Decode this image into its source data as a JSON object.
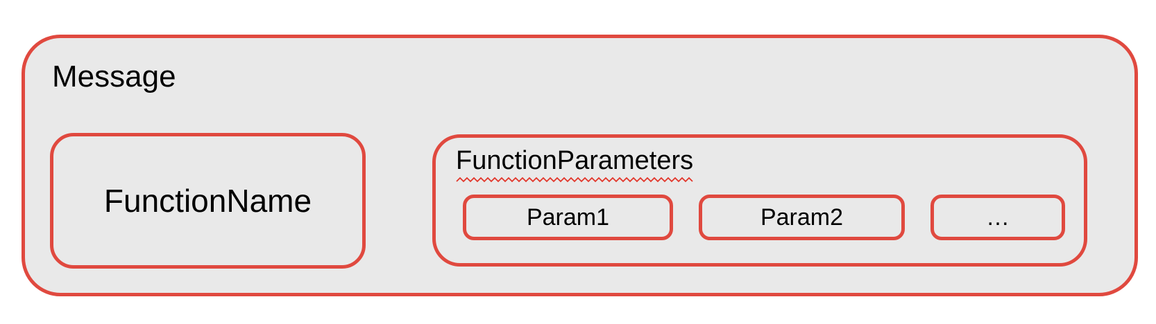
{
  "diagram": {
    "message_label": "Message",
    "function_name_label": "FunctionName",
    "function_parameters_label": "FunctionParameters",
    "params": [
      {
        "label": "Param1"
      },
      {
        "label": "Param2"
      },
      {
        "label": "…"
      }
    ]
  },
  "colors": {
    "border_red": "#e0493f",
    "squiggle_red": "#e2362a",
    "box_fill": "#e9e9e9",
    "text_black": "#000000",
    "page_background": "#ffffff"
  }
}
